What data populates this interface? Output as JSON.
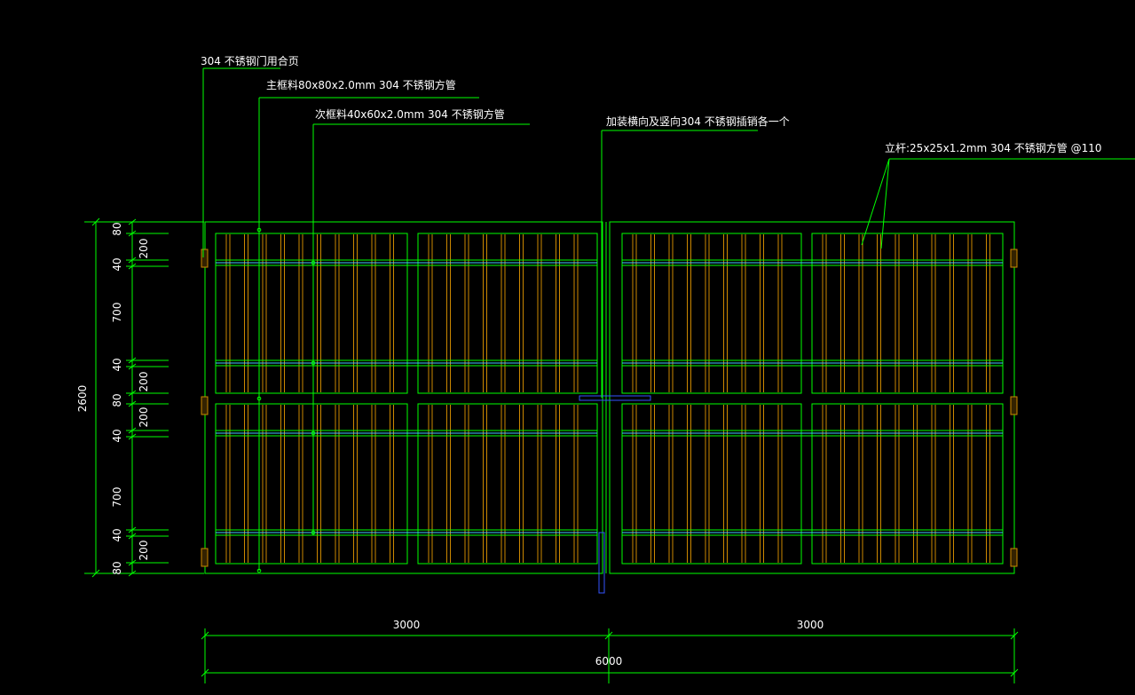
{
  "colors": {
    "background": "#000000",
    "frame": "#00ff00",
    "bars": "#cc8800",
    "rails": "#44ccff",
    "latch": "#3355ff",
    "text": "#ffffff"
  },
  "annotations": {
    "hinge": "304 不锈钢门用合页",
    "main_frame": "主框料80x80x2.0mm 304 不锈钢方管",
    "sub_frame": "次框料40x60x2.0mm 304 不锈钢方管",
    "bolt": "加装横向及竖向304 不锈钢插销各一个",
    "post": "立杆:25x25x1.2mm 304 不锈钢方管 @110"
  },
  "dimensions": {
    "total_height": "2600",
    "vertical": {
      "top_80": "80",
      "top_200": "200",
      "top_40": "40",
      "top_700": "700",
      "upper_mid_40": "40",
      "upper_mid_200": "200",
      "center_80": "80",
      "lower_mid_200": "200",
      "lower_mid_40": "40",
      "bottom_700": "700",
      "bottom_40": "40",
      "bottom_200": "200",
      "bottom_80": "80"
    },
    "left_leaf_width": "3000",
    "right_leaf_width": "3000",
    "total_width": "6000"
  }
}
